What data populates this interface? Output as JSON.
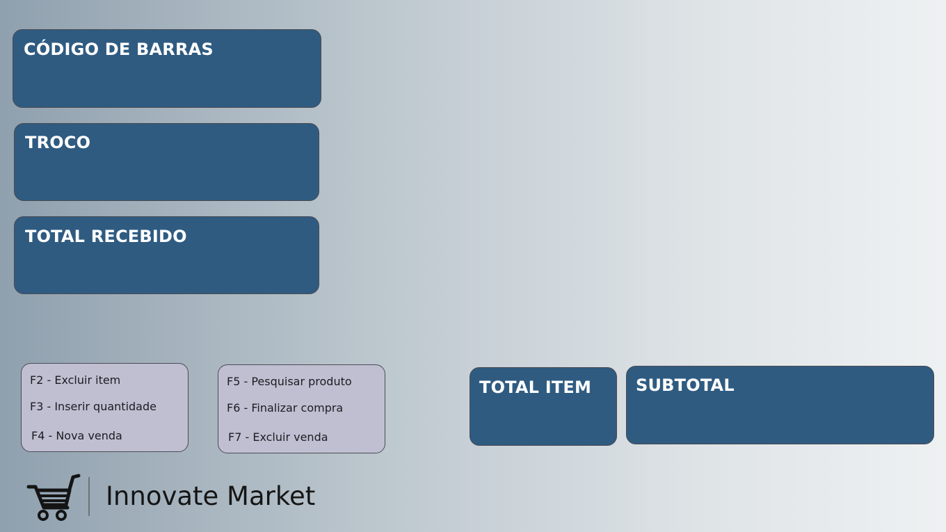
{
  "fields": {
    "barcode": "CÓDIGO DE BARRAS",
    "change": "TROCO",
    "total_received": "TOTAL RECEBIDO",
    "total_item": "TOTAL ITEM",
    "subtotal": "SUBTOTAL"
  },
  "shortcuts": {
    "left": [
      "F2 - Excluir item",
      "F3 - Inserir quantidade",
      "F4 - Nova venda"
    ],
    "right": [
      "F5 - Pesquisar produto",
      "F6 - Finalizar compra",
      "F7 - Excluir venda"
    ]
  },
  "brand": {
    "name": "Innovate Market",
    "icon": "shopping-cart-icon"
  }
}
